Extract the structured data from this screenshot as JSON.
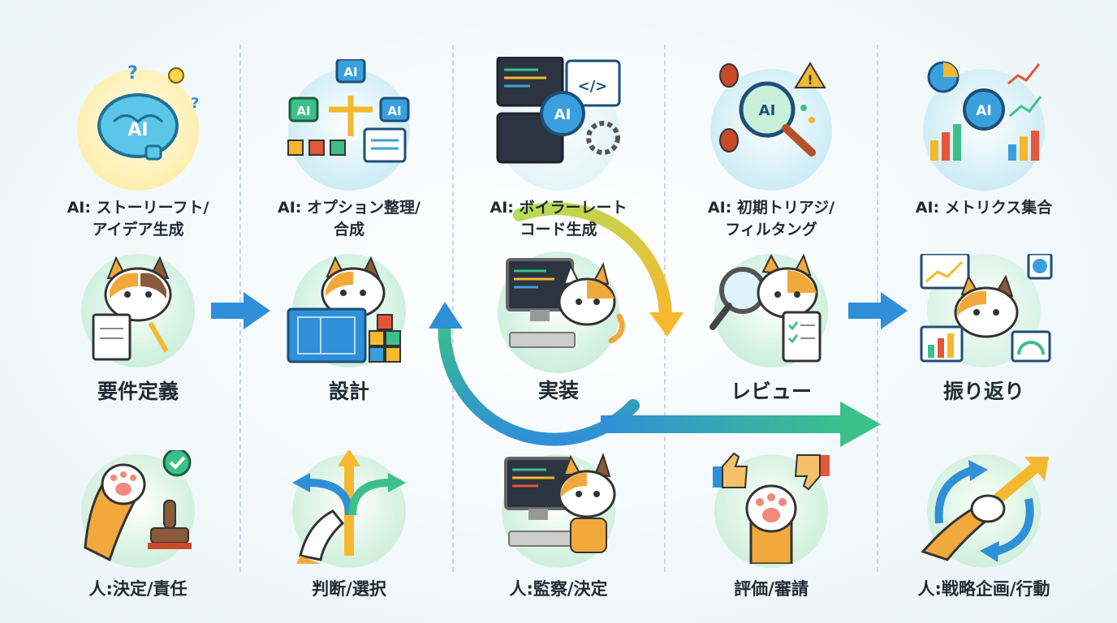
{
  "ai_row": [
    {
      "label": "AI: ストーリーフト/\nアイデア生成",
      "icon": "ai-brain-idea-icon"
    },
    {
      "label": "AI: オプション整理/\n合成",
      "icon": "ai-options-flow-icon"
    },
    {
      "label": "AI: ボイラーレート\nコード生成",
      "icon": "ai-code-generation-icon"
    },
    {
      "label": "AI: 初期トリアジ/\nフィルタング",
      "icon": "ai-bug-triage-icon"
    },
    {
      "label": "AI: メトリクス集合",
      "icon": "ai-metrics-icon"
    }
  ],
  "phases": [
    {
      "label": "要件定義",
      "icon": "cat-requirements-icon"
    },
    {
      "label": "設計",
      "icon": "cat-design-icon"
    },
    {
      "label": "実装",
      "icon": "cat-coding-icon"
    },
    {
      "label": "レビュー",
      "icon": "cat-review-icon"
    },
    {
      "label": "振り返り",
      "icon": "cat-retrospective-icon"
    }
  ],
  "human_row": [
    {
      "label": "人:決定/責任",
      "icon": "paw-stamp-approve-icon"
    },
    {
      "label": "判断/選択",
      "icon": "paw-choose-direction-icon"
    },
    {
      "label": "人:監察/決定",
      "icon": "cat-monitor-icon"
    },
    {
      "label": "評価/審請",
      "icon": "thumbs-paw-icon"
    },
    {
      "label": "人:戦略企画/行動",
      "icon": "paw-strategy-arrows-icon"
    }
  ],
  "icon_text": {
    "ai": "AI",
    "code": "</>"
  },
  "colors": {
    "blue": "#2f8fd8",
    "green": "#3cc08a",
    "yellow": "#f5b82e",
    "cat_orange": "#f2a93b",
    "cat_brown": "#8a5a3b"
  }
}
